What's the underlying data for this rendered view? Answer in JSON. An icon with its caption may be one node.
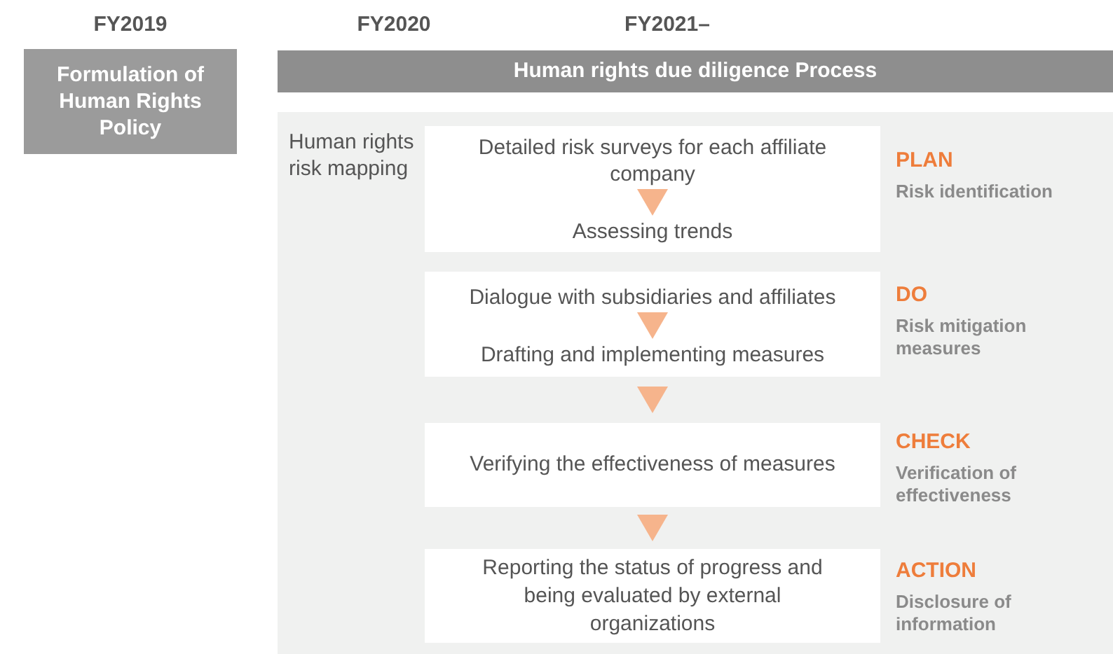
{
  "diagram": {
    "nodes": [
      {
        "text": [
          "Formulation of Human Rights Policy"
        ]
      },
      {
        "text": [
          "Human rights due diligence Process"
        ]
      },
      {
        "text": [
          "Human rights risk mapping"
        ]
      },
      {
        "text": [],
        "shape": "box",
        "in": 2,
        "beside": [
          "PLAN",
          "Risk identification"
        ]
      },
      {
        "text": [
          "Detailed risk surveys for each affiliate company"
        ],
        "in": 3
      },
      {
        "text": [
          "Assessing trends"
        ],
        "in": 3
      },
      {
        "text": [],
        "shape": "box",
        "in": 2,
        "beside": [
          "DO",
          "Risk mitigation measures"
        ]
      },
      {
        "text": [
          "Dialogue with subsidiaries and affiliates"
        ],
        "in": 6
      },
      {
        "text": [
          "Drafting and implementing measures"
        ],
        "in": 6
      },
      {
        "text": [
          "Verifying the effectiveness of measures"
        ],
        "in": 2,
        "beside": [
          "CHECK",
          "Verification of effectiveness"
        ]
      },
      {
        "text": [
          "Reporting the status of progress and being evaluated by external organizations"
        ],
        "in": 2,
        "beside": [
          "ACTION",
          "Disclosure of information"
        ]
      }
    ],
    "edges": [
      {
        "from": 4,
        "to": 5,
        "arrow": "to"
      },
      {
        "from": 7,
        "to": 8,
        "arrow": "to"
      },
      {
        "from": 6,
        "to": 9,
        "arrow": "to"
      },
      {
        "from": 9,
        "to": 10,
        "arrow": "to"
      }
    ],
    "labels": [
      "FY2019",
      "FY2020",
      "FY2021–"
    ]
  }
}
